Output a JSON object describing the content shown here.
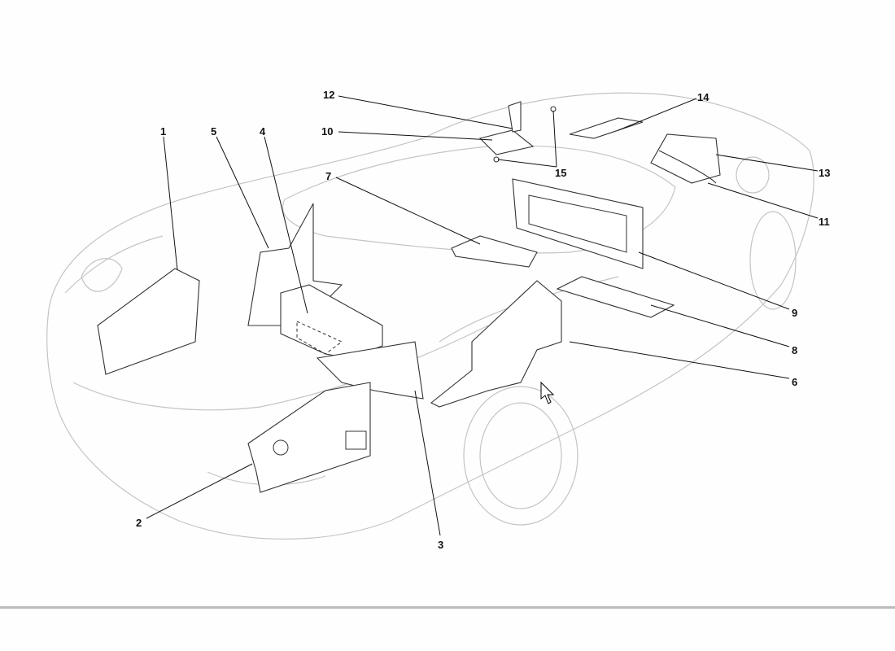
{
  "diagram": {
    "title": "Insulation parts exploded view",
    "callouts": [
      "1",
      "2",
      "3",
      "4",
      "5",
      "6",
      "7",
      "8",
      "9",
      "10",
      "11",
      "12",
      "13",
      "14",
      "15"
    ]
  },
  "colors": {
    "line": "#333333",
    "car_outline": "#c4c4c4",
    "divider": "#bcbcbc"
  }
}
